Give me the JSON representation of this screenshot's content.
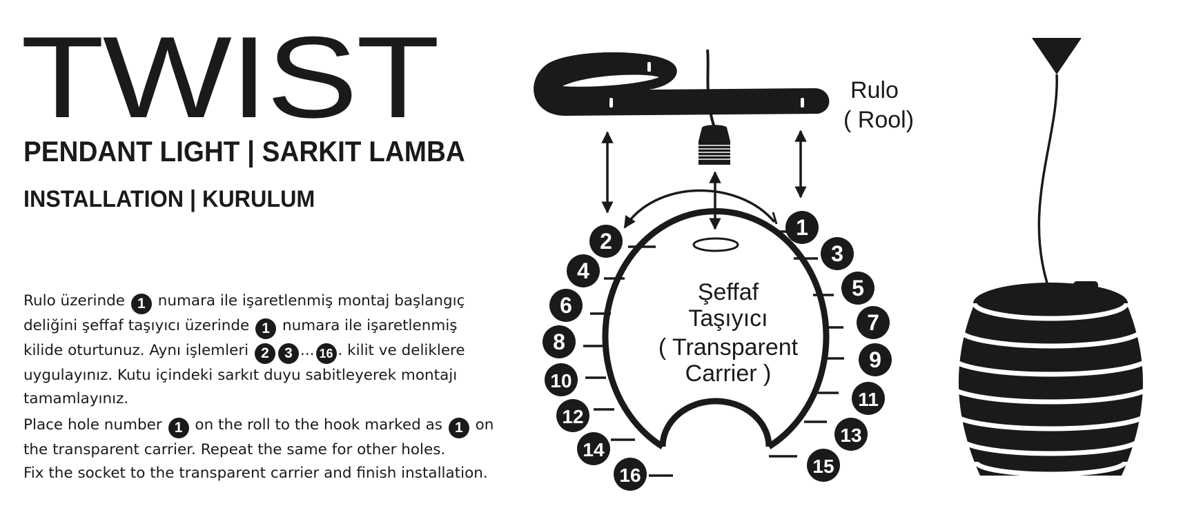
{
  "header": {
    "title": "TWIST",
    "subtitle": "PENDANT LIGHT | SARKIT LAMBA",
    "subtitle2": "INSTALLATION  |  KURULUM"
  },
  "instructions_tr": {
    "line1a": "Rulo üzerinde",
    "line1b": "numara ile işaretlenmiş montaj başlangıç",
    "line2a": "deliğini şeffaf taşıyıcı üzerinde",
    "line2b": "numara ile işaretlenmiş",
    "line3a": "kilide oturtunuz. Aynı işlemleri",
    "line3dots": "...",
    "line3b": ". kilit ve deliklere",
    "line4": "uygulayınız. Kutu içindeki sarkıt duyu sabitleyerek montajı",
    "line5": "tamamlayınız."
  },
  "instructions_en": {
    "line1a": "Place hole number",
    "line1b": "on the roll to the hook marked as",
    "line1c": "on",
    "line2": "the transparent carrier. Repeat the same for other holes.",
    "line3": "Fix the socket to the transparent carrier and finish installation."
  },
  "badges": {
    "one": "1",
    "two": "2",
    "three": "3",
    "sixteen": "16"
  },
  "labels": {
    "rulo": "Rulo",
    "rool": "( Rool)",
    "carrier_tr1": "Şeffaf",
    "carrier_tr2": "Taşıyıcı",
    "carrier_en1": "( Transparent",
    "carrier_en2": "Carrier )"
  },
  "hook_numbers": [
    "1",
    "2",
    "3",
    "4",
    "5",
    "6",
    "7",
    "8",
    "9",
    "10",
    "11",
    "12",
    "13",
    "14",
    "15",
    "16"
  ],
  "colors": {
    "ink": "#1a1a1a",
    "background": "#ffffff"
  }
}
